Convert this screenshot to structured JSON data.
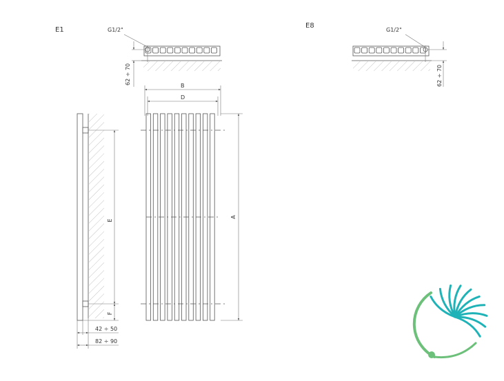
{
  "views": {
    "e1": {
      "label": "E1",
      "connection": "G1/2\"",
      "offset": "62 ÷ 70"
    },
    "e8": {
      "label": "E8",
      "connection": "G1/2\"",
      "offset": "62 ÷ 70"
    }
  },
  "dimensions": {
    "a": "A",
    "b": "B",
    "d": "D",
    "e": "E",
    "f": "F",
    "depth_inner": "42 ÷ 50",
    "depth_outer": "82 ÷ 90"
  },
  "colors": {
    "line": "#555555",
    "hatch": "#aaaaaa",
    "logo_teal": "#1fb3b8",
    "logo_green": "#6cc07a"
  },
  "logo": {
    "icon": "dandelion-logo-icon"
  }
}
